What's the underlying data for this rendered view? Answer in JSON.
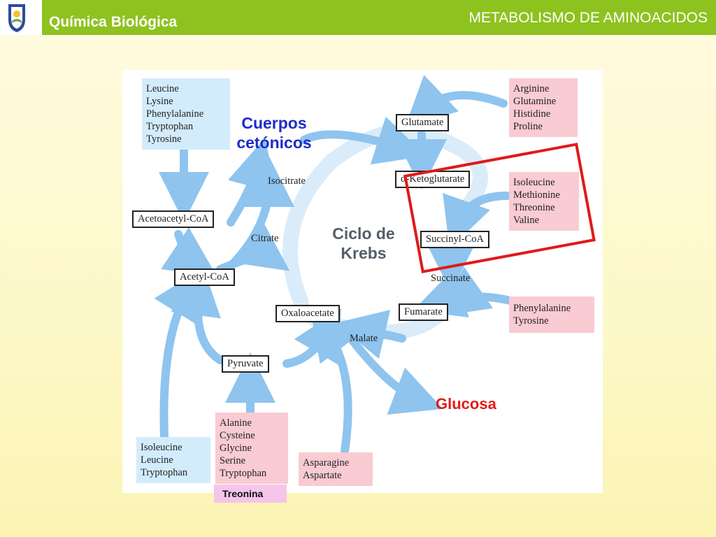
{
  "header": {
    "subject": "Química Biológica",
    "section_title": "METABOLISMO DE AMINOACIDOS",
    "bar_color": "#8ec21f"
  },
  "logo": {
    "icon": "university-shield-icon"
  },
  "diagram": {
    "groups": {
      "ketogenic": [
        "Leucine",
        "Lysine",
        "Phenylalanine",
        "Tryptophan",
        "Tyrosine"
      ],
      "to_glutamate": [
        "Arginine",
        "Glutamine",
        "Histidine",
        "Proline"
      ],
      "to_succinyl": [
        "Isoleucine",
        "Methionine",
        "Threonine",
        "Valine"
      ],
      "to_fumarate": [
        "Phenylalanine",
        "Tyrosine"
      ],
      "to_acetyl": [
        "Isoleucine",
        "Leucine",
        "Tryptophan"
      ],
      "to_pyruvate": [
        "Alanine",
        "Cysteine",
        "Glycine",
        "Serine",
        "Tryptophan"
      ],
      "to_oxaloacetate": [
        "Asparagine",
        "Aspartate"
      ]
    },
    "nodes": {
      "acetoacetyl": "Acetoacetyl-CoA",
      "acetyl": "Acetyl-CoA",
      "glutamate": "Glutamate",
      "ketoglutarate": "α-Ketoglutarate",
      "succinyl": "Succinyl-CoA",
      "fumarate": "Fumarate",
      "oxaloacetate": "Oxaloacetate",
      "pyruvate": "Pyruvate"
    },
    "intermediates": {
      "isocitrate": "Isocitrate",
      "citrate": "Citrate",
      "succinate": "Succinate",
      "malate": "Malate"
    },
    "overlays": {
      "ketone_bodies": [
        "Cuerpos",
        "cetónicos"
      ],
      "krebs": [
        "Ciclo de",
        "Krebs"
      ],
      "glucose": "Glucosa",
      "threonine_note": "Treonina"
    },
    "colors": {
      "arrow": "#8ec4ee",
      "glucogenic_box": "#f9cbd2",
      "ketogenic_box": "#d3ecfc",
      "highlight": "#e01a1a",
      "blue_text": "#1d2cc9",
      "red_text": "#e41a1a"
    }
  }
}
